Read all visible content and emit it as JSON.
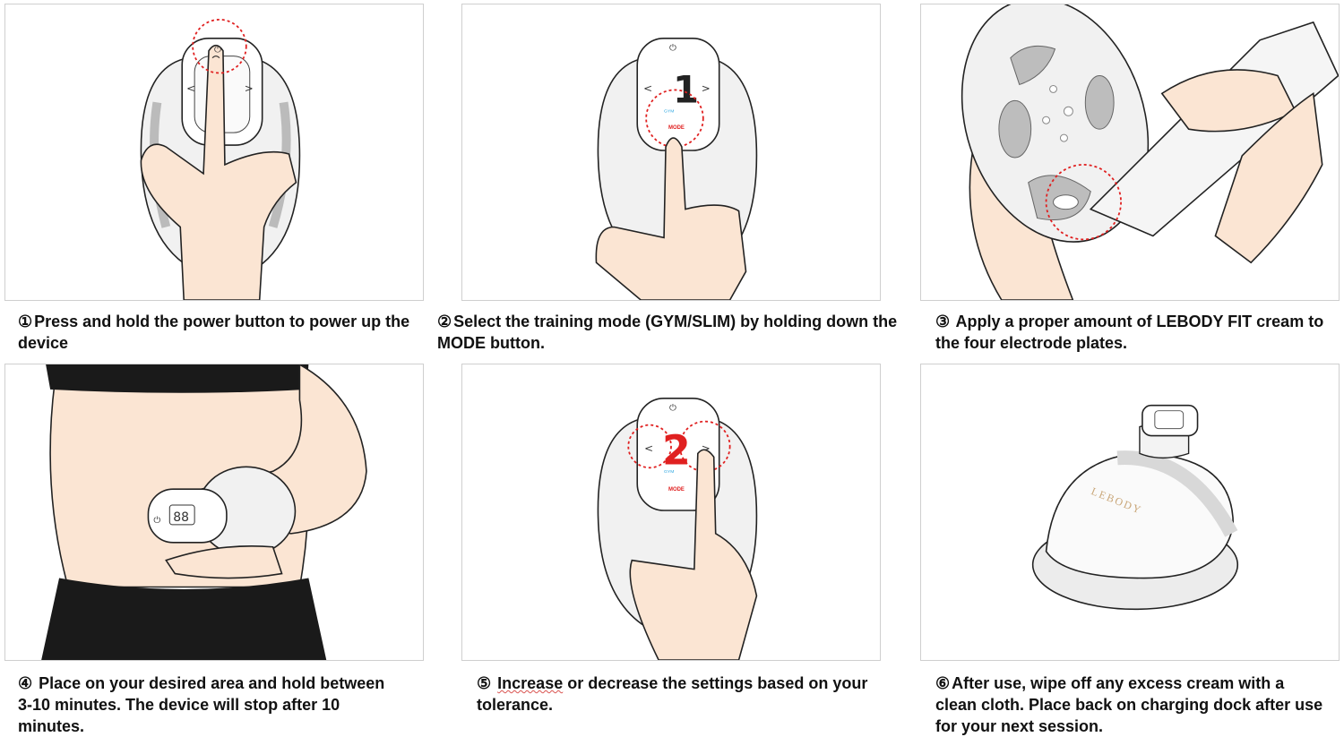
{
  "steps": [
    {
      "number": "①",
      "text": "Press and hold the power button to power up the device"
    },
    {
      "number": "②",
      "text": "Select the training mode (GYM/SLIM) by holding down the MODE button."
    },
    {
      "number": "③",
      "text": " Apply a proper amount of LEBODY FIT cream to the four electrode plates."
    },
    {
      "number": "④",
      "text": " Place on your desired area and hold between 3-10 minutes. The device will stop after 10 minutes."
    },
    {
      "number": "⑤",
      "text_prefix": " ",
      "text_marked": "Increase",
      "text_rest": " or decrease the settings based on your tolerance."
    },
    {
      "number": "⑥",
      "text": "After use, wipe off any excess cream with a clean cloth. Place back on charging dock after use for your next session."
    }
  ],
  "device": {
    "mode_label": "MODE",
    "gym_label": "GYM",
    "display_step2": "1",
    "display_step5": "2",
    "power_icon": "⏻",
    "left_arrow": "<",
    "right_arrow": ">",
    "brand": "LEBODY"
  },
  "colors": {
    "highlight": "#e02020",
    "gym": "#29a5e0",
    "skin": "#fbe5d3"
  }
}
